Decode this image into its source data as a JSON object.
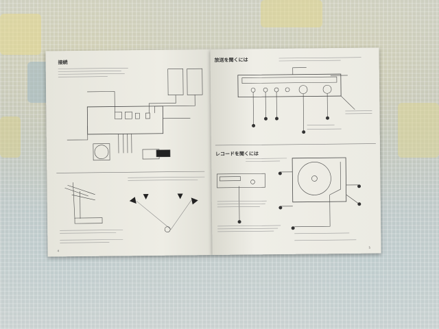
{
  "left_page": {
    "heading": "接続",
    "antenna_caption": "",
    "speaker_caption": "",
    "page_number": "4"
  },
  "right_page": {
    "heading_broadcast": "放送を聞くには",
    "heading_record": "レコードを聞くには",
    "page_number": "5"
  },
  "background": {
    "tarp_color": "#c9cdc7",
    "paper_color": "#ecebe3"
  }
}
